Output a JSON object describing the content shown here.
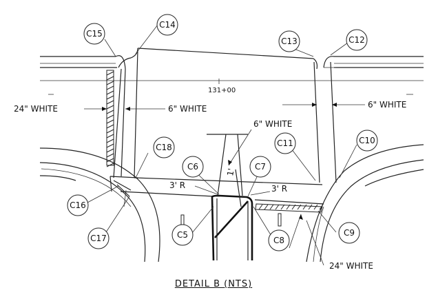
{
  "caption": "DETAIL B (NTS)",
  "station": "131+00",
  "callouts": {
    "c5": "C5",
    "c6": "C6",
    "c7": "C7",
    "c8": "C8",
    "c9": "C9",
    "c10": "C10",
    "c11": "C11",
    "c12": "C12",
    "c13": "C13",
    "c14": "C14",
    "c15": "C15",
    "c16": "C16",
    "c17": "C17",
    "c18": "C18"
  },
  "notes": {
    "white24_left": "24\" WHITE",
    "white6_left": "6\" WHITE",
    "white6_right": "6\" WHITE",
    "white6_center": "6\" WHITE",
    "radius_left": "3' R",
    "radius_right": "3' R",
    "dim_1ft": "1'",
    "white24_bottom": "24\" WHITE"
  }
}
